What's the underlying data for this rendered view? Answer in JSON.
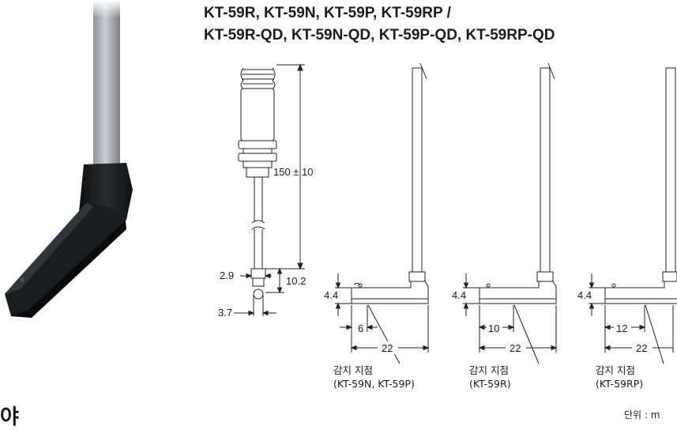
{
  "title_line1": "KT-59R, KT-59N, KT-59P, KT-59RP /",
  "title_line2": "KT-59R-QD, KT-59N-QD, KT-59P-QD, KT-59RP-QD",
  "dims": {
    "cable_length": "150 ± 10",
    "conn_dia": "2.9",
    "conn_len": "10.2",
    "tip_dia": "3.7",
    "height_a": "4.4",
    "height_b": "4.4",
    "height_c": "4.4",
    "offset_a": "6",
    "offset_b": "10",
    "offset_c": "12",
    "length_a": "22",
    "length_b": "22",
    "length_c": "22"
  },
  "labels": {
    "sense_a_line1": "감지 지점",
    "sense_a_line2": "(KT-59N, KT-59P)",
    "sense_b_line1": "감지 지점",
    "sense_b_line2": "(KT-59R)",
    "sense_c_line1": "감지 지점",
    "sense_c_line2": "(KT-59RP)"
  },
  "corner_text": "야",
  "unit_label": "단위 : m"
}
